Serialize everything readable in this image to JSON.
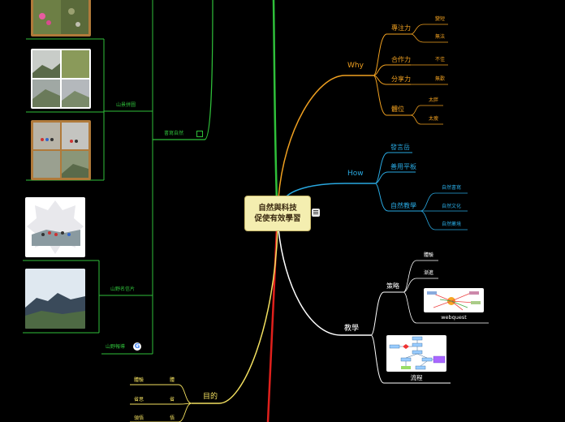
{
  "center": {
    "line1": "自然與科技",
    "line2": "促使有效學習"
  },
  "why": {
    "label": "Why",
    "children": [
      {
        "label": "專注力",
        "items": [
          "變短",
          "無法"
        ]
      },
      {
        "label": "合作力",
        "items": [
          "不佳"
        ]
      },
      {
        "label": "分享力",
        "items": [
          "無歡"
        ]
      },
      {
        "label": "體位",
        "items": [
          "太胖",
          "太瘦"
        ]
      }
    ]
  },
  "how": {
    "label": "How",
    "children": [
      {
        "label": "發言岳",
        "items": []
      },
      {
        "label": "善用平板",
        "items": []
      },
      {
        "label": "自然教學",
        "items": [
          "自然書寫",
          "自然文化",
          "自然藥境"
        ]
      }
    ]
  },
  "teaching": {
    "label": "教學",
    "strategy": {
      "label": "策略",
      "items": [
        "體驗",
        "漸進"
      ]
    },
    "webquest_caption": "webquest",
    "flow_caption": "流程"
  },
  "purpose": {
    "label": "目的",
    "rows": [
      {
        "left": "體驗",
        "right": "體"
      },
      {
        "left": "省思",
        "right": "省"
      },
      {
        "left": "領悟",
        "right": "悟"
      }
    ]
  },
  "left": {
    "mountain_photos_label": "山景拼圖",
    "nature_writing_label": "書寫自然",
    "mountain_postcard_label": "山野名信片",
    "mountain_report_label": "山野報導",
    "google_letter": "G"
  },
  "colors": {
    "why": "#f0a020",
    "how": "#29a8e0",
    "teach": "#ffffff",
    "purpose": "#f3e060",
    "left": "#2fbf3a",
    "red": "#e0201c"
  }
}
